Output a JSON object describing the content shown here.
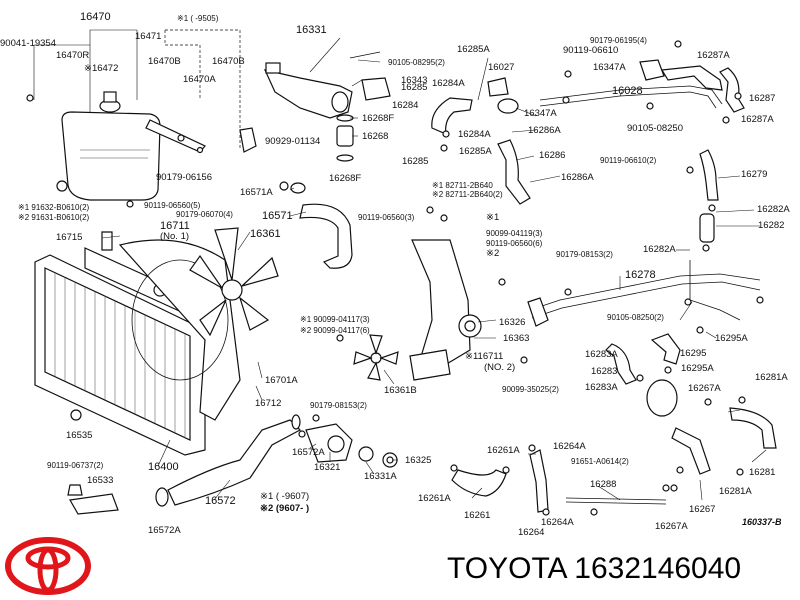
{
  "caption": {
    "brand": "TOYOTA",
    "part_number": "1632146040"
  },
  "diagram_code": "160337-B",
  "logo_icon": "toyota-logo-icon",
  "notes": {
    "note_top_left": "※1 (   -9505)",
    "note_bottom_1": "※1 (   -9607)",
    "note_bottom_2": "※2 (9607-   )"
  },
  "labels": [
    {
      "id": "16470",
      "text": "16470"
    },
    {
      "id": "16471",
      "text": "16471"
    },
    {
      "id": "90041-19354",
      "text": "90041-19354"
    },
    {
      "id": "16470R",
      "text": "16470R"
    },
    {
      "id": "16472",
      "text": "※16472"
    },
    {
      "id": "16470B-a",
      "text": "16470B"
    },
    {
      "id": "16470B-b",
      "text": "16470B"
    },
    {
      "id": "16470A",
      "text": "16470A"
    },
    {
      "id": "90929-01134",
      "text": "90929-01134"
    },
    {
      "id": "90179-06156",
      "text": "90179-06156"
    },
    {
      "id": "16331",
      "text": "16331"
    },
    {
      "id": "90105-08295",
      "text": "90105-08295(2)"
    },
    {
      "id": "16343",
      "text": "16343"
    },
    {
      "id": "16268F-a",
      "text": "16268F"
    },
    {
      "id": "16268",
      "text": "16268"
    },
    {
      "id": "16268F-b",
      "text": "16268F"
    },
    {
      "id": "16285A-a",
      "text": "16285A"
    },
    {
      "id": "16027",
      "text": "16027"
    },
    {
      "id": "16284A-a",
      "text": "16284A"
    },
    {
      "id": "16285-a",
      "text": "16285"
    },
    {
      "id": "16284",
      "text": "16284"
    },
    {
      "id": "16347A-a",
      "text": "16347A"
    },
    {
      "id": "16286A-a",
      "text": "16286A"
    },
    {
      "id": "16284A-b",
      "text": "16284A"
    },
    {
      "id": "16285A-b",
      "text": "16285A"
    },
    {
      "id": "16285-b",
      "text": "16285"
    },
    {
      "id": "16286",
      "text": "16286"
    },
    {
      "id": "16286A-b",
      "text": "16286A"
    },
    {
      "id": "90119-06610",
      "text": "90119-06610"
    },
    {
      "id": "90179-06195",
      "text": "90179-06195(4)"
    },
    {
      "id": "16287A-a",
      "text": "16287A"
    },
    {
      "id": "16347A-b",
      "text": "16347A"
    },
    {
      "id": "16028",
      "text": "16028"
    },
    {
      "id": "16287",
      "text": "16287"
    },
    {
      "id": "90105-08250-a",
      "text": "90105-08250"
    },
    {
      "id": "16287A-b",
      "text": "16287A"
    },
    {
      "id": "90119-06610-2",
      "text": "90119-06610(2)"
    },
    {
      "id": "16279",
      "text": "16279"
    },
    {
      "id": "16282A-a",
      "text": "16282A"
    },
    {
      "id": "16282",
      "text": "16282"
    },
    {
      "id": "16282A-b",
      "text": "16282A"
    },
    {
      "id": "90179-08153-a",
      "text": "90179-08153(2)"
    },
    {
      "id": "16278",
      "text": "16278"
    },
    {
      "id": "90105-08250-b",
      "text": "90105-08250(2)"
    },
    {
      "id": "16295A-a",
      "text": "16295A"
    },
    {
      "id": "16295",
      "text": "16295"
    },
    {
      "id": "16295A-b",
      "text": "16295A"
    },
    {
      "id": "16283A-a",
      "text": "16283A"
    },
    {
      "id": "16283",
      "text": "16283"
    },
    {
      "id": "16283A-b",
      "text": "16283A"
    },
    {
      "id": "16267A-a",
      "text": "16267A"
    },
    {
      "id": "16281A-a",
      "text": "16281A"
    },
    {
      "id": "16281",
      "text": "16281"
    },
    {
      "id": "16281A-b",
      "text": "16281A"
    },
    {
      "id": "16267",
      "text": "16267"
    },
    {
      "id": "16267A-b",
      "text": "16267A"
    },
    {
      "id": "91651-A0614",
      "text": "91651-A0614(2)"
    },
    {
      "id": "16288",
      "text": "16288"
    },
    {
      "id": "16264A-a",
      "text": "16264A"
    },
    {
      "id": "16264",
      "text": "16264"
    },
    {
      "id": "16264A-b",
      "text": "16264A"
    },
    {
      "id": "16261A-a",
      "text": "16261A"
    },
    {
      "id": "16261A-b",
      "text": "16261A"
    },
    {
      "id": "16261",
      "text": "16261"
    },
    {
      "id": "82711-2B640-1",
      "text": "※1 82711-2B640"
    },
    {
      "id": "82711-2B640-2",
      "text": "※2 82711-2B640(2)"
    },
    {
      "id": "90119-06560-3",
      "text": "90119-06560(3)"
    },
    {
      "id": "90099-04119",
      "text": "※1"
    },
    {
      "id": "90099-04119b",
      "text": "90099-04119(3)"
    },
    {
      "id": "90119-06560-6",
      "text": "90119-06560(6)"
    },
    {
      "id": "star2",
      "text": "※2"
    },
    {
      "id": "16326",
      "text": "16326"
    },
    {
      "id": "16363",
      "text": "16363"
    },
    {
      "id": "116711",
      "text": "※116711"
    },
    {
      "id": "no2",
      "text": "(NO. 2)"
    },
    {
      "id": "90099-35025",
      "text": "90099-35025(2)"
    },
    {
      "id": "16571A",
      "text": "16571A"
    },
    {
      "id": "16571",
      "text": "16571"
    },
    {
      "id": "90119-06560-5",
      "text": "90119-06560(5)"
    },
    {
      "id": "91632",
      "text": "※1 91632-B0610(2)"
    },
    {
      "id": "91631",
      "text": "※2 91631-B0610(2)"
    },
    {
      "id": "90179-06070",
      "text": "90179-06070(4)"
    },
    {
      "id": "16711",
      "text": "16711"
    },
    {
      "id": "no1",
      "text": "(No. 1)"
    },
    {
      "id": "16361",
      "text": "16361"
    },
    {
      "id": "16715",
      "text": "16715"
    },
    {
      "id": "90099-04117-1",
      "text": "※1 90099-04117(3)"
    },
    {
      "id": "90099-04117-2",
      "text": "※2 90099-04117(6)"
    },
    {
      "id": "16361B",
      "text": "16361B"
    },
    {
      "id": "16701A",
      "text": "16701A"
    },
    {
      "id": "16712",
      "text": "16712"
    },
    {
      "id": "16535",
      "text": "16535"
    },
    {
      "id": "90179-08153-b",
      "text": "90179-08153(2)"
    },
    {
      "id": "16572A-a",
      "text": "16572A"
    },
    {
      "id": "16321",
      "text": "16321"
    },
    {
      "id": "16331A",
      "text": "16331A"
    },
    {
      "id": "16325",
      "text": "16325"
    },
    {
      "id": "16400",
      "text": "16400"
    },
    {
      "id": "90119-06737",
      "text": "90119-06737(2)"
    },
    {
      "id": "16533",
      "text": "16533"
    },
    {
      "id": "16572",
      "text": "16572"
    },
    {
      "id": "16572A-b",
      "text": "16572A"
    }
  ]
}
